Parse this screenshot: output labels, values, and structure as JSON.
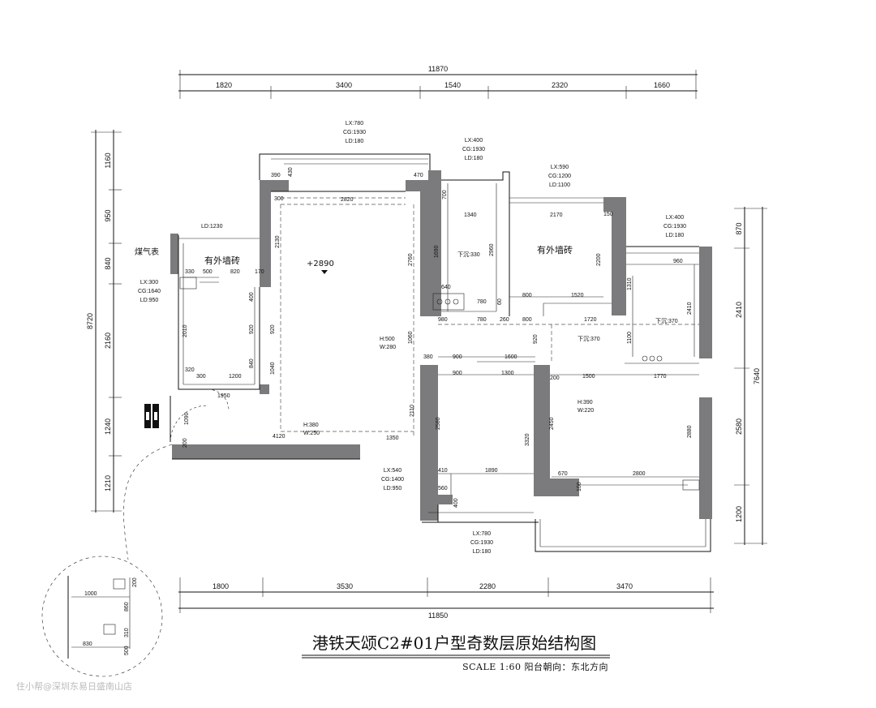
{
  "title": "港铁天颂C2#01户型奇数层原始结构图",
  "subtitle": "SCALE 1:60  阳台朝向：东北方向",
  "watermark": "住小帮@深圳东易日盛南山店",
  "top_dims": {
    "total": "11870",
    "segments": [
      "1820",
      "3400",
      "1540",
      "2320",
      "1660"
    ]
  },
  "bottom_dims": {
    "total": "11850",
    "segments": [
      "1800",
      "3530",
      "2280",
      "3470"
    ]
  },
  "left_dims": {
    "total": "8720",
    "segments": [
      "1160",
      "950",
      "840",
      "2160",
      "1240",
      "1210"
    ]
  },
  "right_dims": {
    "total": "7640",
    "segments": [
      "870",
      "2410",
      "2580",
      "1200"
    ]
  },
  "room_labels": {
    "ext_tile_left": "有外墙砖",
    "ext_tile_right": "有外墙砖",
    "gas_meter": "煤气表",
    "elevation": "+2890",
    "sunken_330": "下沉:330",
    "sunken_370a": "下沉:370",
    "sunken_370b": "下沉:370"
  },
  "window_notes": {
    "w_top_center": [
      "LX:780",
      "CG:1930",
      "LD:180"
    ],
    "w_top_mid": [
      "LX:400",
      "CG:1930",
      "LD:180"
    ],
    "w_top_right": [
      "LX:590",
      "CG:1200",
      "LD:1100"
    ],
    "w_right": [
      "LX:400",
      "CG:1930",
      "LD:180"
    ],
    "w_left": [
      "LX:300",
      "CG:1640",
      "LD:950"
    ],
    "w_bottom_mid": [
      "LX:540",
      "CG:1400",
      "LD:950"
    ],
    "w_bottom": [
      "LX:780",
      "CG:1930",
      "LD:180"
    ],
    "ld_kitchen": "LD:1230"
  },
  "beam_notes": {
    "h500": "H:500",
    "w280": "W:280",
    "h380": "H:380",
    "w250": "W:250",
    "h390": "H:390",
    "w220": "W:220"
  },
  "inner_dims": {
    "d390": "390",
    "d430": "430",
    "d470": "470",
    "d700": "700",
    "d300a": "300",
    "d2820": "2820",
    "d2130": "2130",
    "d2760": "2760",
    "d1340": "1340",
    "d2170": "2170",
    "d150": "150",
    "d2960": "2960",
    "d1690": "1690",
    "d2200": "2200",
    "d330": "330",
    "d500": "500",
    "d820": "820",
    "d170": "170",
    "d400": "400",
    "d920a": "920",
    "d920b": "920",
    "d2010": "2010",
    "d840": "840",
    "d1040": "1040",
    "d320": "320",
    "d300b": "300",
    "d1200": "1200",
    "d1950": "1950",
    "d640": "640",
    "d780a": "780",
    "d780b": "780",
    "d800a": "800",
    "d1520": "1520",
    "d800b": "800",
    "d1720": "1720",
    "d980": "980",
    "d260": "260",
    "d960": "960",
    "d1310": "1310",
    "d2410": "2410",
    "d1100": "1100",
    "d1060": "1060",
    "d920c": "920",
    "d380": "380",
    "d900a": "900",
    "d1600": "1600",
    "d900b": "900",
    "d1300": "1300",
    "d200a": "200",
    "d1500": "1500",
    "d1770": "1770",
    "d1090": "1090",
    "d4120": "4120",
    "d1350": "1350",
    "d2110": "2110",
    "d2580": "2580",
    "d3320": "3320",
    "d2450": "2450",
    "d2880": "2880",
    "d410": "410",
    "d1890": "1890",
    "d670": "670",
    "d2800": "2800",
    "d560": "560",
    "d400b": "400",
    "d100": "100",
    "d60": "60",
    "d200b": "200"
  },
  "detail_dims": {
    "d1000": "1000",
    "d200": "200",
    "d860": "860",
    "d830": "830",
    "d310": "310",
    "d500": "500"
  }
}
